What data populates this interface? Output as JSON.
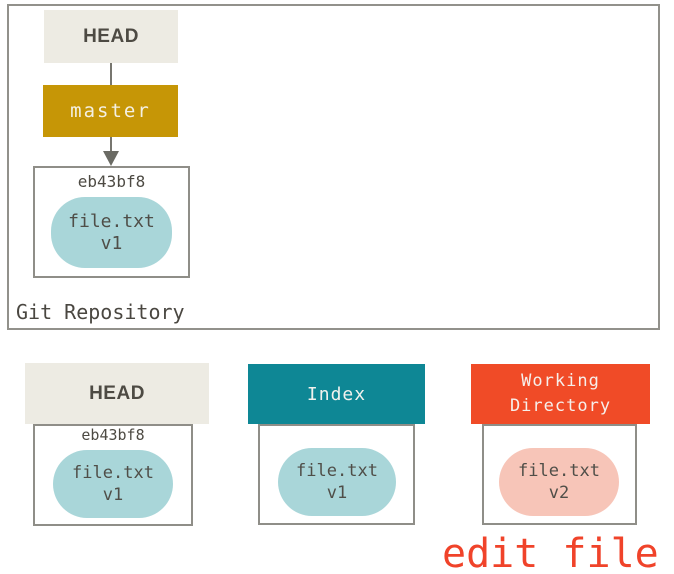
{
  "colors": {
    "head_header_bg": "#edebe3",
    "master_bg": "#c69606",
    "index_bg": "#0e8795",
    "working_dir_bg": "#f04b27",
    "blob_blue": "#a9d6d9",
    "blob_pink": "#f7c5b8",
    "box_border": "#8f8e88",
    "repo_border": "#92918b",
    "dark_text": "#4d4a43",
    "edit_red": "#f0432a",
    "connector_gray": "#77766f"
  },
  "repo": {
    "head_label": "HEAD",
    "branch_label": "master",
    "commit_hash": "eb43bf8",
    "file_name": "file.txt",
    "file_version": "v1",
    "caption": "Git Repository"
  },
  "columns": {
    "head": {
      "title": "HEAD",
      "hash": "eb43bf8",
      "file_name": "file.txt",
      "file_version": "v1"
    },
    "index": {
      "title": "Index",
      "file_name": "file.txt",
      "file_version": "v1"
    },
    "working": {
      "title_line1": "Working",
      "title_line2": "Directory",
      "file_name": "file.txt",
      "file_version": "v2"
    }
  },
  "annotation": {
    "edit_label": "edit file"
  }
}
